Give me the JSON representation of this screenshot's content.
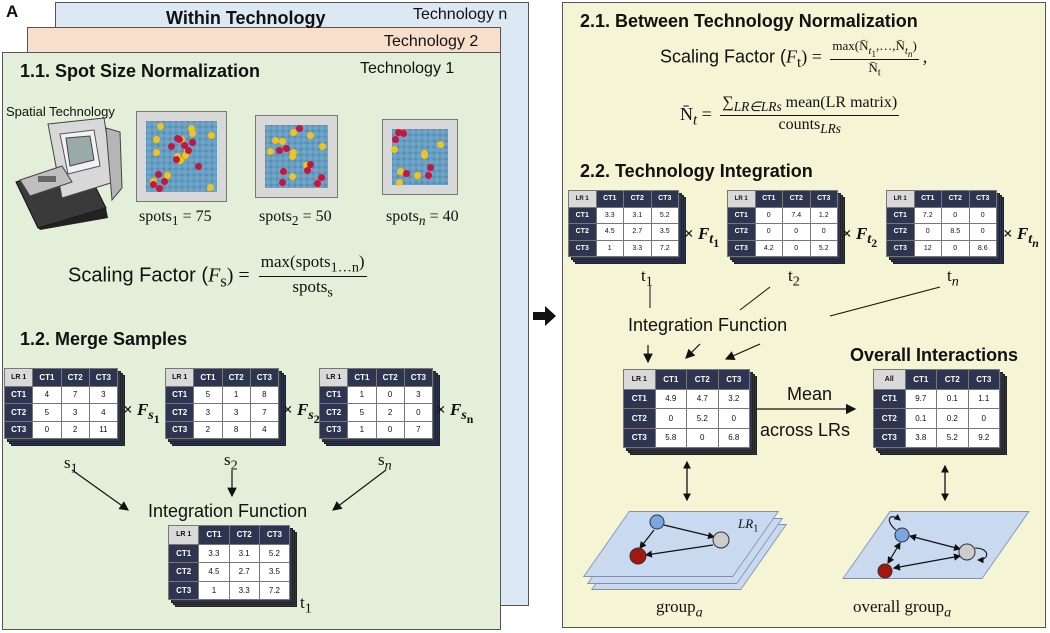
{
  "panel_letter": "A",
  "within": {
    "title": "Within Technology",
    "tech_n": "Technology n",
    "tech_2": "Technology 2",
    "tech_1": "Technology 1"
  },
  "s11": {
    "title": "1.1. Spot Size Normalization",
    "device_label": "Spatial Technology",
    "spot1": {
      "name": "spots",
      "sub": "1",
      "value": "= 75"
    },
    "spot2": {
      "name": "spots",
      "sub": "2",
      "value": "= 50"
    },
    "spotn": {
      "name": "spots",
      "sub": "n",
      "value": "= 40"
    },
    "formula": {
      "left": "Scaling Factor (",
      "F": "F",
      "Fsub": "s",
      "right": ") =",
      "num": "max(spots",
      "num_sub": "1…n",
      "num_close": ")",
      "den": "spots",
      "den_sub": "s"
    }
  },
  "s12": {
    "title": "1.2. Merge Samples",
    "sample_labels": [
      {
        "b": "s",
        "sub": "1"
      },
      {
        "b": "s",
        "sub": "2"
      },
      {
        "b": "s",
        "sub": "n"
      }
    ],
    "scalers": [
      {
        "pre": "× ",
        "F": "F",
        "sub": "s",
        "subsub": "1"
      },
      {
        "pre": "× ",
        "F": "F",
        "sub": "s",
        "subsub": "2"
      },
      {
        "pre": "× ",
        "F": "F",
        "sub": "s",
        "subsub": "n"
      }
    ],
    "integration": "Integration Function",
    "result_label": {
      "b": "t",
      "sub": "1"
    }
  },
  "s21": {
    "title": "2.1. Between Technology Normalization",
    "f1": {
      "left": "Scaling Factor (",
      "F": "F",
      "Fsub": "t",
      "right": ") =",
      "num": "max(N̄",
      "num_a": "t",
      "num_a_sub": "1",
      "num_mid": ",…,N̄",
      "num_b": "t",
      "num_b_sub": "n",
      "num_close": ")",
      "den": "N̄",
      "den_sub": "t",
      "comma": ","
    },
    "f2": {
      "lhs": "N̄",
      "lhs_sub": "t",
      "eq": "=",
      "num_sum": "∑",
      "num_sum_sub": "LR∈LRs",
      "num_rest": " mean(LR matrix)",
      "den": "counts",
      "den_sub": "LRs"
    }
  },
  "s22": {
    "title": "2.2. Technology Integration",
    "tech_labels": [
      {
        "b": "t",
        "sub": "1"
      },
      {
        "b": "t",
        "sub": "2"
      },
      {
        "b": "t",
        "sub": "n"
      }
    ],
    "scalers": [
      {
        "pre": "× ",
        "F": "F",
        "sub": "t",
        "subsub": "1"
      },
      {
        "pre": "× ",
        "F": "F",
        "sub": "t",
        "subsub": "2"
      },
      {
        "pre": "× ",
        "F": "F",
        "sub": "t",
        "subsub": "n"
      }
    ],
    "integration": "Integration Function",
    "mean_top": "Mean",
    "mean_bottom": "across LRs",
    "overall_title": "Overall Interactions",
    "group_label": {
      "b": "group",
      "sub": "a"
    },
    "overall_group_label": {
      "b": "overall group",
      "sub": "a"
    },
    "lr_tag": {
      "b": "LR",
      "sub": "1"
    }
  },
  "tables": {
    "s1": {
      "corner": "LR 1",
      "cols": [
        "CT1",
        "CT2",
        "CT3"
      ],
      "rows": [
        {
          "h": "CT1",
          "v": [
            "4",
            "7",
            "3"
          ]
        },
        {
          "h": "CT2",
          "v": [
            "5",
            "3",
            "4"
          ]
        },
        {
          "h": "CT3",
          "v": [
            "0",
            "2",
            "11"
          ]
        }
      ]
    },
    "s2": {
      "corner": "LR 1",
      "cols": [
        "CT1",
        "CT2",
        "CT3"
      ],
      "rows": [
        {
          "h": "CT1",
          "v": [
            "5",
            "1",
            "8"
          ]
        },
        {
          "h": "CT2",
          "v": [
            "3",
            "3",
            "7"
          ]
        },
        {
          "h": "CT3",
          "v": [
            "2",
            "8",
            "4"
          ]
        }
      ]
    },
    "sn": {
      "corner": "LR 1",
      "cols": [
        "CT1",
        "CT2",
        "CT3"
      ],
      "rows": [
        {
          "h": "CT1",
          "v": [
            "1",
            "0",
            "3"
          ]
        },
        {
          "h": "CT2",
          "v": [
            "5",
            "2",
            "0"
          ]
        },
        {
          "h": "CT3",
          "v": [
            "1",
            "0",
            "7"
          ]
        }
      ]
    },
    "t1out": {
      "corner": "LR 1",
      "cols": [
        "CT1",
        "CT2",
        "CT3"
      ],
      "rows": [
        {
          "h": "CT1",
          "v": [
            "3.3",
            "3.1",
            "5.2"
          ]
        },
        {
          "h": "CT2",
          "v": [
            "4.5",
            "2.7",
            "3.5"
          ]
        },
        {
          "h": "CT3",
          "v": [
            "1",
            "3.3",
            "7.2"
          ]
        }
      ]
    },
    "t1": {
      "corner": "LR 1",
      "cols": [
        "CT1",
        "CT2",
        "CT3"
      ],
      "rows": [
        {
          "h": "CT1",
          "v": [
            "3.3",
            "3.1",
            "5.2"
          ]
        },
        {
          "h": "CT2",
          "v": [
            "4.5",
            "2.7",
            "3.5"
          ]
        },
        {
          "h": "CT3",
          "v": [
            "1",
            "3.3",
            "7.2"
          ]
        }
      ]
    },
    "t2": {
      "corner": "LR 1",
      "cols": [
        "CT1",
        "CT2",
        "CT3"
      ],
      "rows": [
        {
          "h": "CT1",
          "v": [
            "0",
            "7.4",
            "1.2"
          ]
        },
        {
          "h": "CT2",
          "v": [
            "0",
            "0",
            "0"
          ]
        },
        {
          "h": "CT3",
          "v": [
            "4.2",
            "0",
            "5.2"
          ]
        }
      ]
    },
    "tn": {
      "corner": "LR 1",
      "cols": [
        "CT1",
        "CT2",
        "CT3"
      ],
      "rows": [
        {
          "h": "CT1",
          "v": [
            "7.2",
            "0",
            "0"
          ]
        },
        {
          "h": "CT2",
          "v": [
            "0",
            "8.5",
            "0"
          ]
        },
        {
          "h": "CT3",
          "v": [
            "12",
            "0",
            "8.6"
          ]
        }
      ]
    },
    "merged": {
      "corner": "LR 1",
      "cols": [
        "CT1",
        "CT2",
        "CT3"
      ],
      "rows": [
        {
          "h": "CT1",
          "v": [
            "4.9",
            "4.7",
            "3.2"
          ]
        },
        {
          "h": "CT2",
          "v": [
            "0",
            "5.2",
            "0"
          ]
        },
        {
          "h": "CT3",
          "v": [
            "5.8",
            "0",
            "6.8"
          ]
        }
      ]
    },
    "overall": {
      "corner": "All",
      "cols": [
        "CT1",
        "CT2",
        "CT3"
      ],
      "rows": [
        {
          "h": "CT1",
          "v": [
            "9.7",
            "0.1",
            "1.1"
          ]
        },
        {
          "h": "CT2",
          "v": [
            "0.1",
            "0.2",
            "0"
          ]
        },
        {
          "h": "CT3",
          "v": [
            "3.8",
            "5.2",
            "9.2"
          ]
        }
      ]
    }
  },
  "colors": {
    "green": "#e3efd8",
    "peach": "#f8dfcc",
    "blue": "#dde8f5",
    "yellow": "#f5f4d4",
    "table_header": "#2d3550",
    "node_blue": "#7aa6e4",
    "node_red": "#a3170f",
    "node_gray": "#cccccc"
  }
}
